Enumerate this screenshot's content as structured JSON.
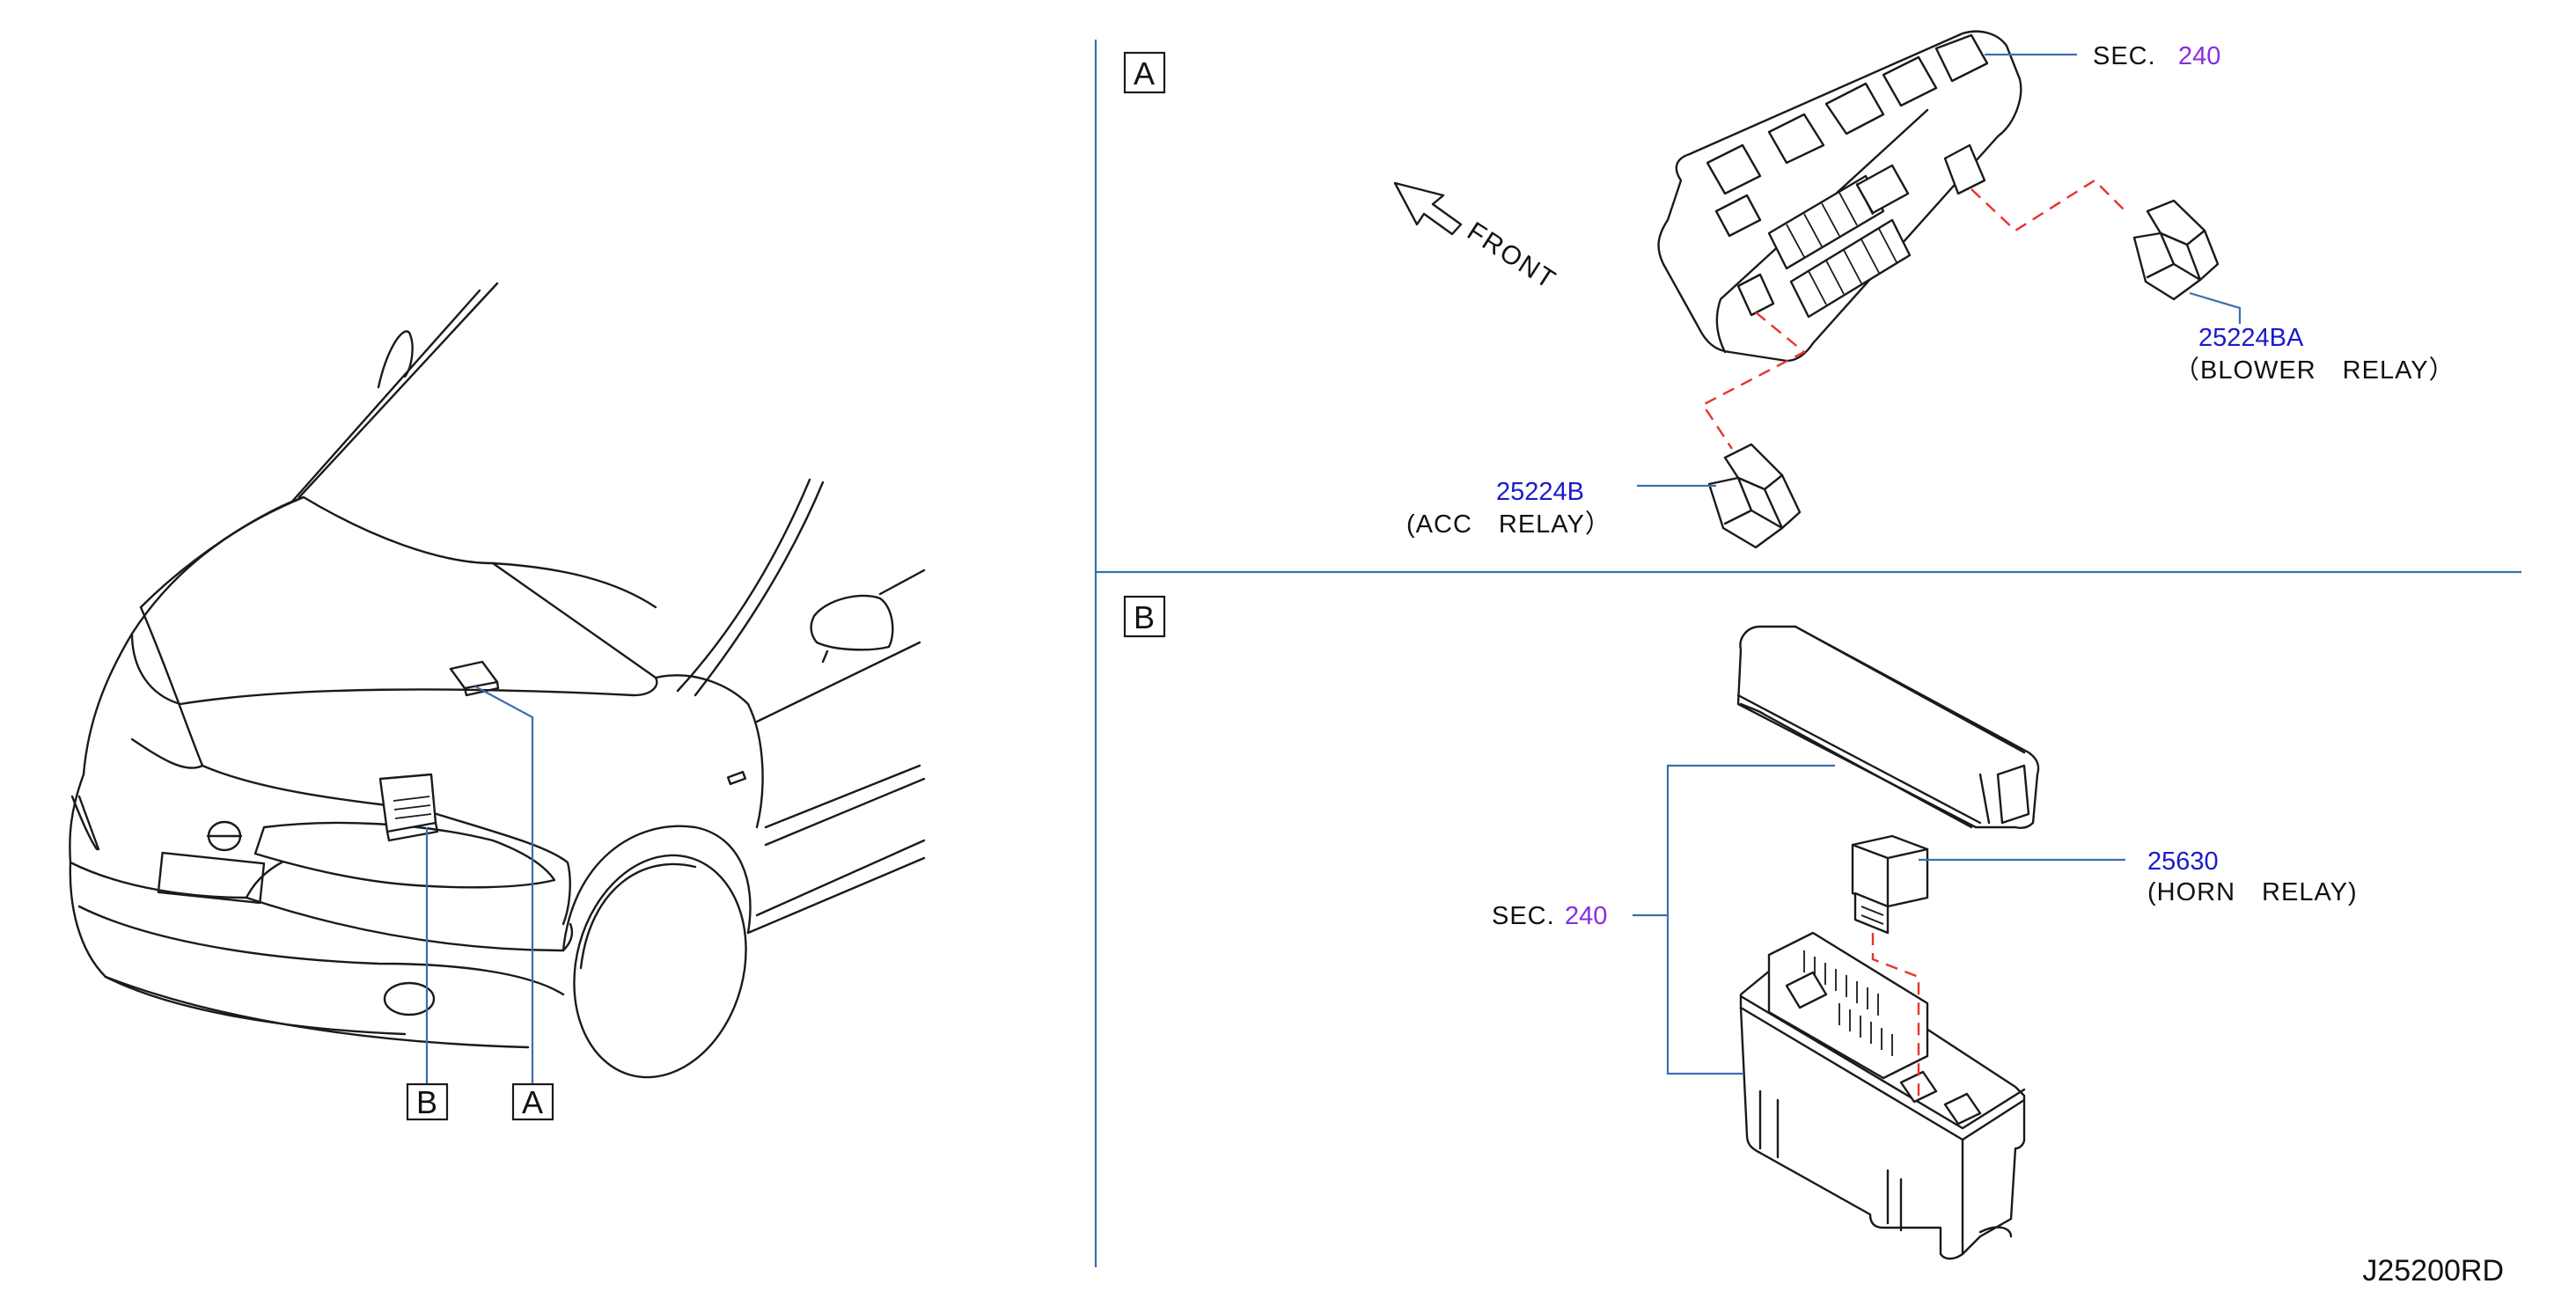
{
  "diagram_code": "J25200RD",
  "views": {
    "car": {
      "callout_b": "B",
      "callout_a": "A"
    },
    "view_a": {
      "label": "A",
      "direction_label": "FRONT",
      "sec_prefix": "SEC.",
      "sec_number": "240",
      "blower_part": "25224BA",
      "blower_name": "（BLOWER　RELAY）",
      "acc_part": "25224B",
      "acc_name": "(ACC　RELAY）"
    },
    "view_b": {
      "label": "B",
      "sec_prefix": "SEC.",
      "sec_number": "240",
      "horn_part": "25630",
      "horn_name": "(HORN　RELAY)"
    }
  },
  "colors": {
    "line": "#1a1a1a",
    "leader": "#3a6fb0",
    "part_number": "#1a1acc",
    "section_ref": "#8a2be2",
    "dashed_link": "#e8322b"
  }
}
